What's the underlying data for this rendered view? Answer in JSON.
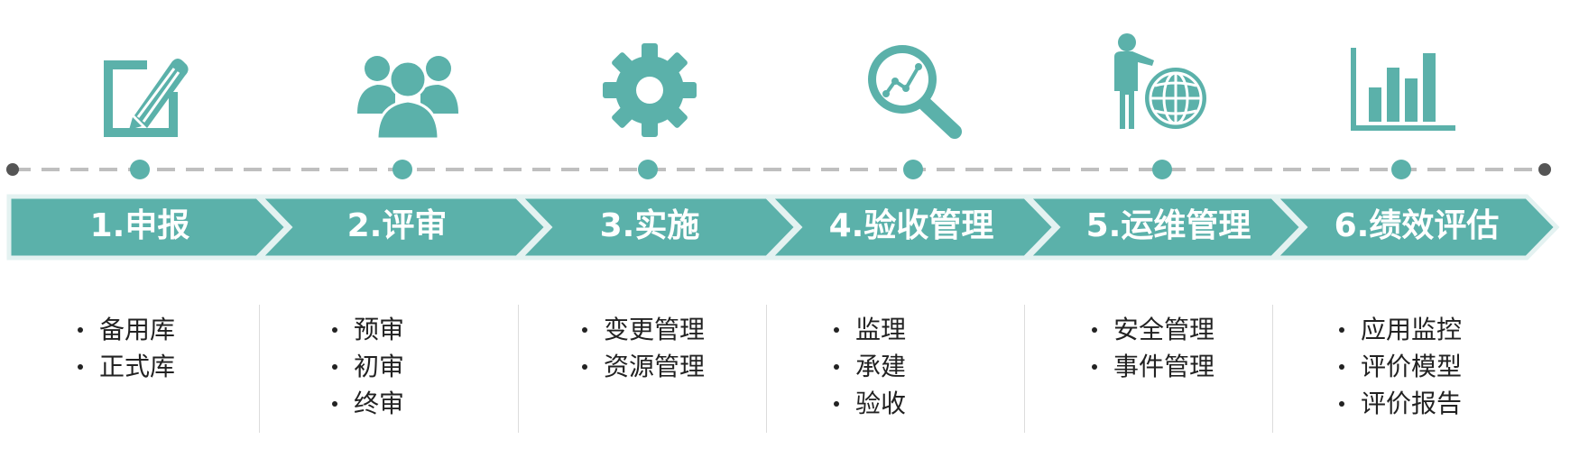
{
  "colors": {
    "teal": "#5BB1AA",
    "dash": "#BFBFBF",
    "endpoint": "#555555",
    "text": "#222222"
  },
  "steps": [
    {
      "label": "1.申报",
      "icon": "edit-pencil-icon",
      "items": [
        "备用库",
        "正式库"
      ]
    },
    {
      "label": "2.评审",
      "icon": "people-group-icon",
      "items": [
        "预审",
        "初审",
        "终审"
      ]
    },
    {
      "label": "3.实施",
      "icon": "gear-icon",
      "items": [
        "变更管理",
        "资源管理"
      ]
    },
    {
      "label": "4.验收管理",
      "icon": "magnifier-chart-icon",
      "items": [
        "监理",
        "承建",
        "验收"
      ]
    },
    {
      "label": "5.运维管理",
      "icon": "presenter-globe-icon",
      "items": [
        "安全管理",
        "事件管理"
      ]
    },
    {
      "label": "6.绩效评估",
      "icon": "bar-chart-icon",
      "items": [
        "应用监控",
        "评价模型",
        "评价报告"
      ]
    }
  ]
}
